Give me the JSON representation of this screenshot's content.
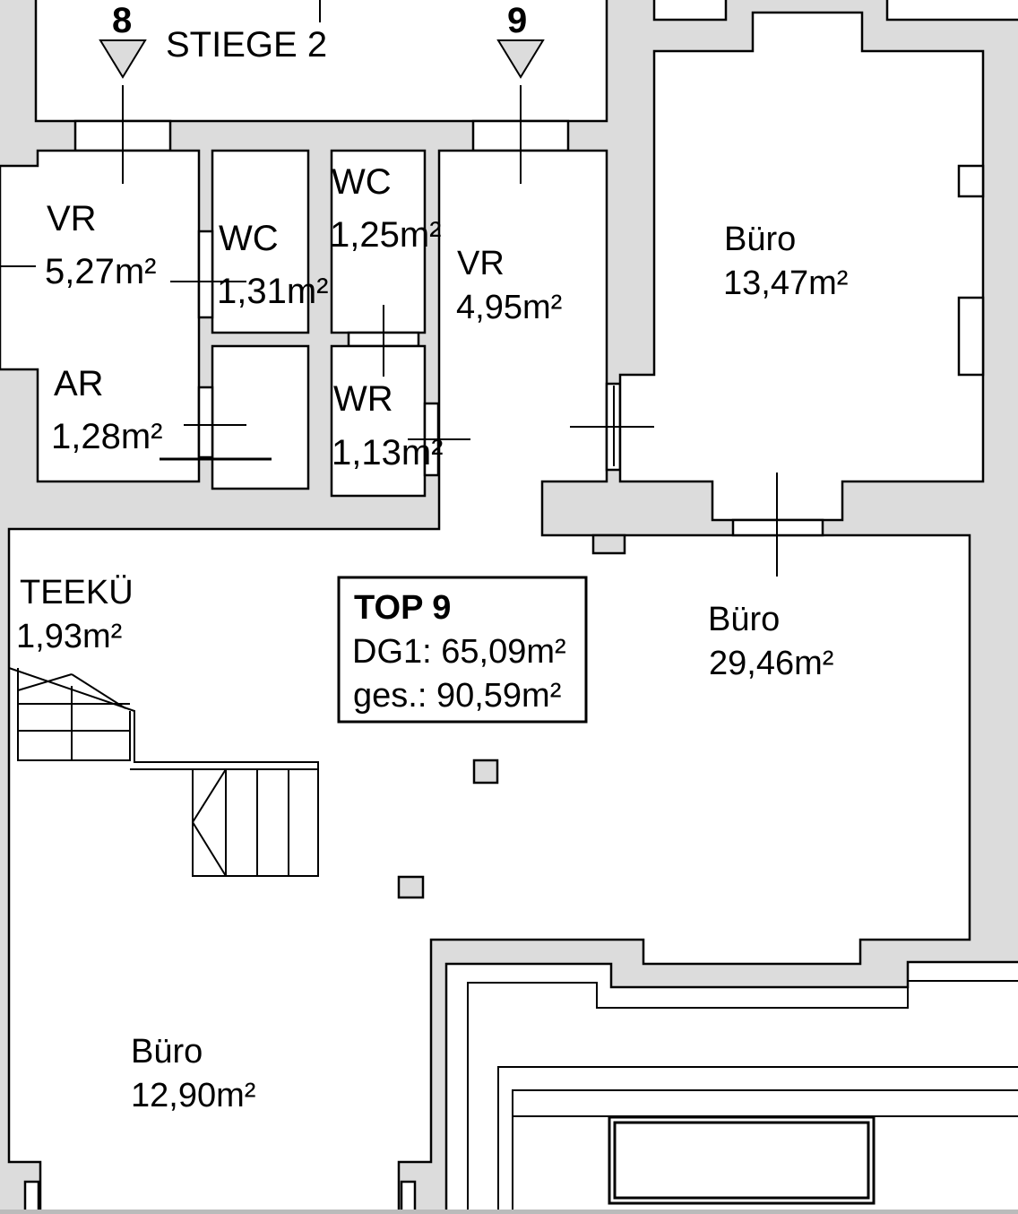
{
  "stair": {
    "name": "STIEGE 2",
    "marker_left": "8",
    "marker_right": "9"
  },
  "rooms": [
    {
      "name": "VR",
      "area": "5,27m²"
    },
    {
      "name": "WC",
      "area": "1,31m²"
    },
    {
      "name": "WC",
      "area": "1,25m²"
    },
    {
      "name": "VR",
      "area": "4,95m²"
    },
    {
      "name": "Büro",
      "area": "13,47m²"
    },
    {
      "name": "AR",
      "area": "1,28m²"
    },
    {
      "name": "WR",
      "area": "1,13m²"
    },
    {
      "name": "TEEKÜ",
      "area": "1,93m²"
    },
    {
      "name": "Büro",
      "area": "29,46m²"
    },
    {
      "name": "Büro",
      "area": "12,90m²"
    }
  ],
  "unit_box": {
    "title": "TOP 9",
    "dg1": "DG1: 65,09m²",
    "total": "ges.: 90,59m²"
  },
  "colors": {
    "wall": "#dcdcdc",
    "room": "#ffffff",
    "line": "#000000"
  }
}
